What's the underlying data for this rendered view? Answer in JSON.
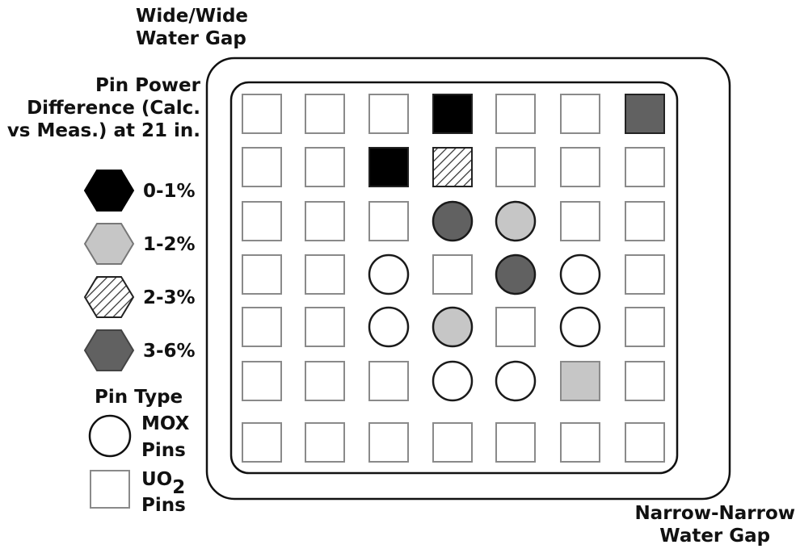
{
  "labels": {
    "wide_gap": [
      "Wide/Wide",
      "Water Gap"
    ],
    "narrow_gap": [
      "Narrow-Narrow",
      "Water Gap"
    ],
    "legend_title": [
      "Pin Power",
      "Difference (Calc.",
      "vs Meas.) at 21 in."
    ],
    "pin_type_title": "Pin Type"
  },
  "legend": {
    "power_ranges": [
      {
        "label": "0-1%",
        "fill": "black"
      },
      {
        "label": "1-2%",
        "fill": "lightgray"
      },
      {
        "label": "2-3%",
        "fill": "hatched"
      },
      {
        "label": "3-6%",
        "fill": "darkgray"
      }
    ],
    "pin_types": [
      {
        "label_lines": [
          "MOX",
          "Pins"
        ],
        "shape": "circle"
      },
      {
        "label_main": "UO",
        "label_sub": "2",
        "label_second": "Pins",
        "shape": "square"
      }
    ]
  },
  "colors": {
    "black": "#000000",
    "lightgray": "#c6c6c6",
    "darkgray": "#616161",
    "outline": "#1a1a1a",
    "square_outline": "#8a8a8a"
  },
  "grid": {
    "rows": 7,
    "cols": 7,
    "cells": [
      [
        "square-none",
        "square-none",
        "square-none",
        "square-black",
        "square-none",
        "square-none",
        "square-darkgray"
      ],
      [
        "square-none",
        "square-none",
        "square-black",
        "square-hatched",
        "square-none",
        "square-none",
        "square-none"
      ],
      [
        "square-none",
        "square-none",
        "square-none",
        "circle-darkgray",
        "circle-lightgray",
        "square-none",
        "square-none"
      ],
      [
        "square-none",
        "square-none",
        "circle-none",
        "square-none",
        "circle-darkgray",
        "circle-none",
        "square-none"
      ],
      [
        "square-none",
        "square-none",
        "circle-none",
        "circle-lightgray",
        "square-none",
        "circle-none",
        "square-none"
      ],
      [
        "square-none",
        "square-none",
        "square-none",
        "circle-none",
        "circle-none",
        "square-lightgray",
        "square-none"
      ],
      [
        "square-none",
        "square-none",
        "square-none",
        "square-none",
        "square-none",
        "square-none",
        "square-none"
      ]
    ]
  }
}
